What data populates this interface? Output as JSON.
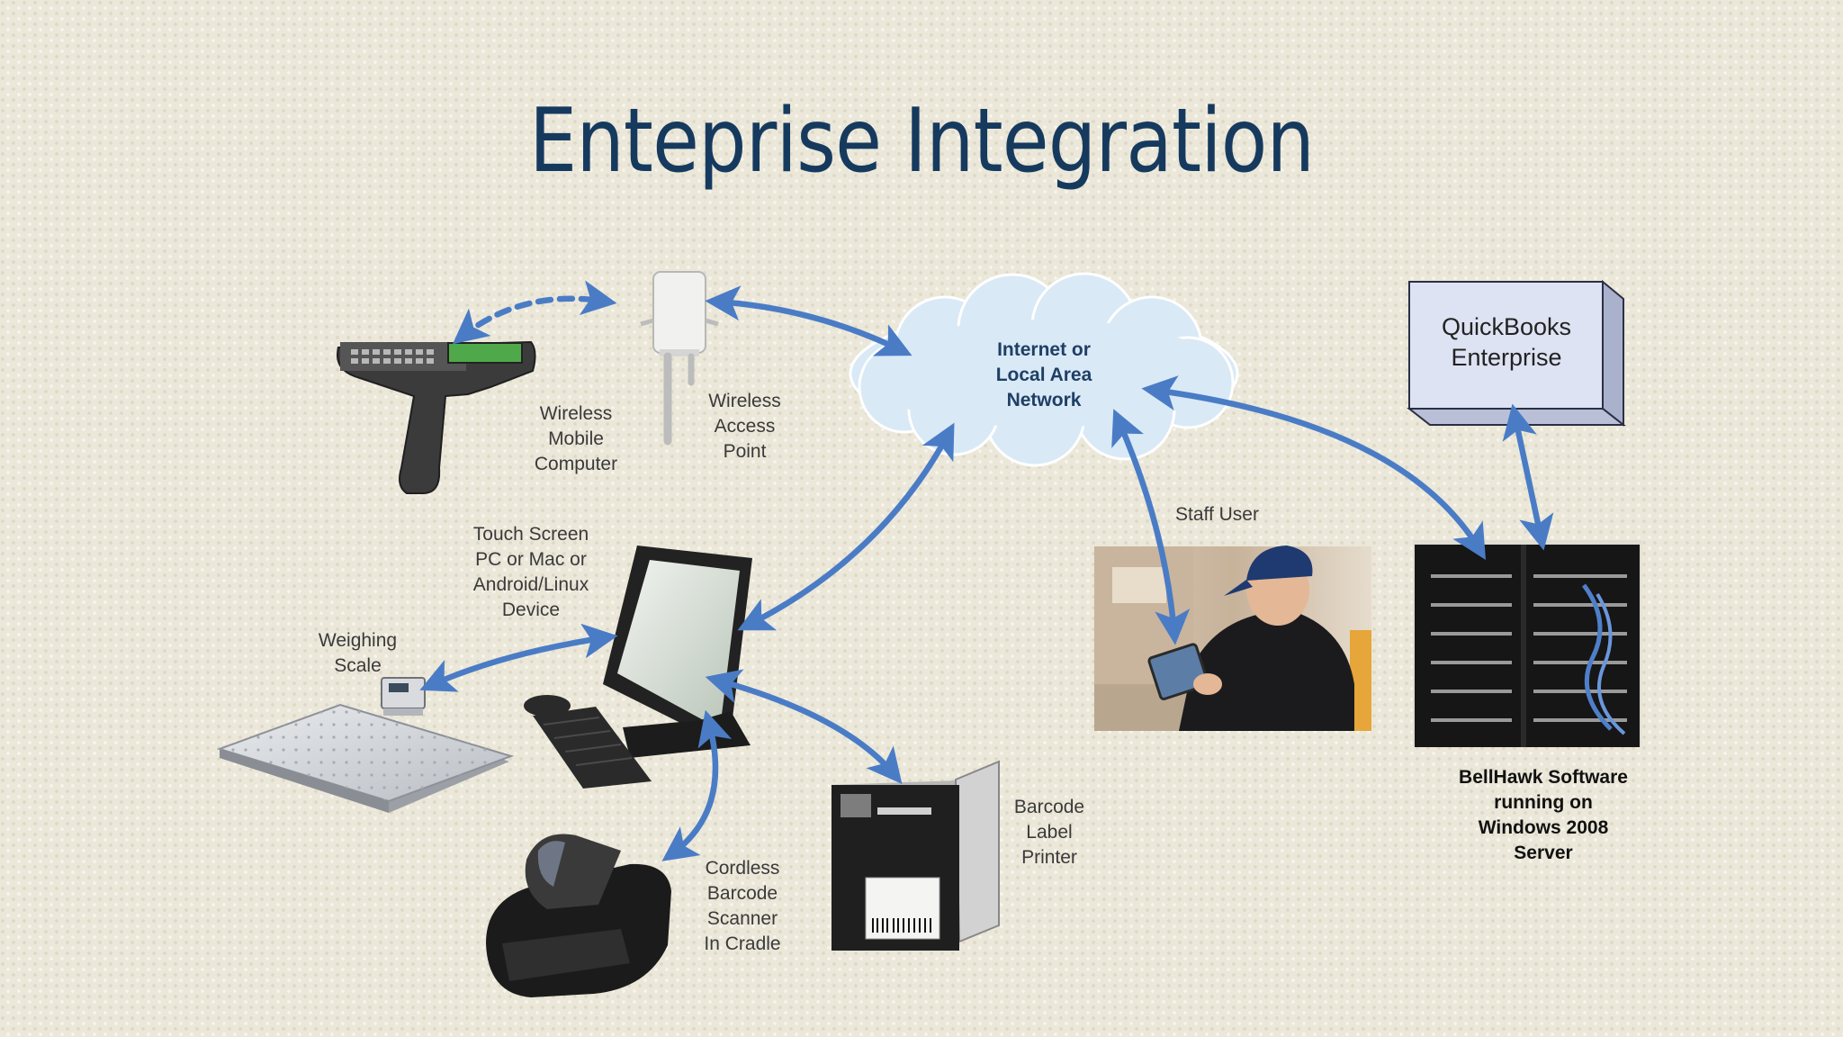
{
  "title": "Enteprise Integration",
  "network": {
    "label": "Internet or\nLocal Area\nNetwork"
  },
  "quickbooks": {
    "label": "QuickBooks\nEnterprise"
  },
  "labels": {
    "wireless_mobile_computer": "Wireless\nMobile\nComputer",
    "wireless_access_point": "Wireless\nAccess\nPoint",
    "staff_user": "Staff User",
    "touch_screen": "Touch Screen\nPC or Mac or\nAndroid/Linux\nDevice",
    "weighing_scale": "Weighing\nScale",
    "barcode_label_printer": "Barcode\nLabel\nPrinter",
    "cordless_scanner": "Cordless\nBarcode\nScanner\nIn Cradle",
    "bellhawk_server": "BellHawk Software\nrunning on\nWindows 2008\nServer"
  },
  "colors": {
    "arrow": "#4a7cc6",
    "title": "#163a5e",
    "cloud": "#d9e9f6",
    "quickbooks_box": "#dde3f3"
  },
  "icons": [
    "handheld-scanner-icon",
    "access-point-icon",
    "cloud-icon",
    "quickbooks-box-icon",
    "staff-user-photo",
    "server-rack-icon",
    "touch-screen-monitor-icon",
    "keyboard-icon",
    "mouse-icon",
    "weighing-scale-icon",
    "scale-indicator-icon",
    "barcode-printer-icon",
    "cordless-scanner-icon"
  ]
}
